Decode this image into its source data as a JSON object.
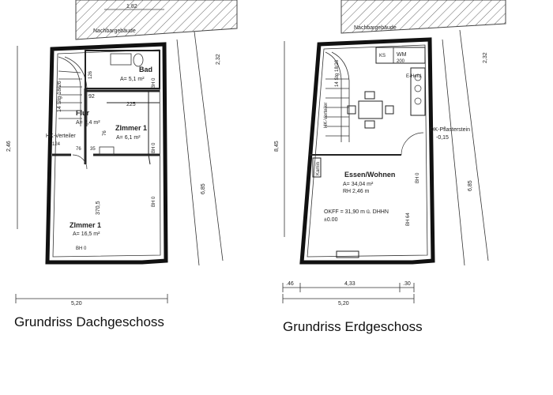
{
  "plans": [
    {
      "caption": "Grundriss Dachgeschoss",
      "neighbor": "Nachbargebäude",
      "dim_top": "1,82",
      "dim_total": "5,20",
      "dim_right": "6,85",
      "dim_far_right": "2,32",
      "dim_left": "2,46",
      "rooms": {
        "bad": {
          "name": "Bad",
          "area": "A= 5,1 m²"
        },
        "flur": {
          "name": "Flur",
          "area": "A= 2,4 m²"
        },
        "zimmer_small": {
          "name": "ZImmer 1",
          "area": "A= 6,1 m²"
        },
        "zimmer_big": {
          "name": "ZImmer 1",
          "area": "A= 16,5 m²"
        }
      },
      "labels": {
        "bh0_a": "BH 0",
        "bh0_b": "BH 0",
        "bh0_c": "BH 0",
        "bh0_d": "BH 0",
        "hk": "HK-Verteiler",
        "stair": "14 Stg 18/26",
        "d92": "92",
        "d225": "225",
        "d126": "126",
        "d76a": "76",
        "d76b": "76",
        "d35": "35",
        "d3705": "370,5",
        "d124": "124"
      }
    },
    {
      "caption": "Grundriss Erdgeschoss",
      "neighbor": "Nachbargebäude",
      "dim_total": "5,20",
      "dim_inner": "4,33",
      "dim_left": ".46",
      "dim_right_small": ".30",
      "dim_right": "6,85",
      "dim_far_right": "2,32",
      "dim_left_side": "8,45",
      "room": {
        "name": "Essen/Wohnen",
        "area": "A= 34,04 m²",
        "rh": "RH 2,46 m"
      },
      "level": {
        "line1": "OKFF = 31,90 m ü. DHHN",
        "line2": "±0.00"
      },
      "okplaster": {
        "line1": "OK-Pflasterstein",
        "line2": "-0,15"
      },
      "labels": {
        "wm": "WM",
        "ks": "KS",
        "d200": "200",
        "stair": "14 Stg 18/26",
        "kamin": "Kamin",
        "bh0": "BH 0",
        "bh64": "BH 64",
        "hk": "HK-Verteiler",
        "eh": "E-Herd"
      }
    }
  ]
}
